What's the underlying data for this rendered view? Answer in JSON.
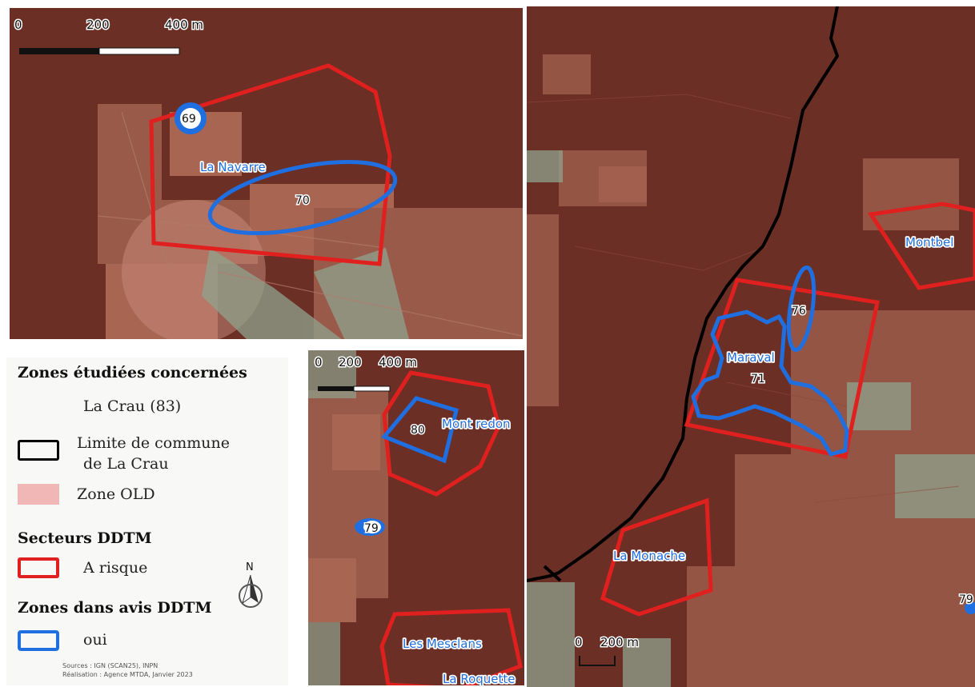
{
  "colors": {
    "forest": "#6b2f26",
    "field": "#9a5a49",
    "old_zone": "#c98c7c",
    "grassland": "#8fa38e",
    "risk_outline": "#e0201f",
    "avis_outline": "#1f6fe0",
    "commune_limit": "#000000"
  },
  "inset_navarre": {
    "scale": {
      "ticks": [
        "0",
        "200",
        "400 m"
      ]
    },
    "labels": {
      "place": "La Navarre",
      "zone70": "70",
      "zone69": "69"
    }
  },
  "inset_montredon": {
    "scale": {
      "ticks": [
        "0",
        "200",
        "400 m"
      ]
    },
    "labels": {
      "mont_redon": "Mont redon",
      "zone80": "80",
      "zone79": "79",
      "les_mesclans": "Les Mesclans",
      "la_roquette": "La Roquette"
    }
  },
  "main_map": {
    "scale": {
      "ticks": [
        "0",
        "200 m"
      ]
    },
    "labels": {
      "montbel": "Montbel",
      "maraval": "Maraval",
      "zone71": "71",
      "zone76": "76",
      "la_monache": "La Monache",
      "zone79": "79"
    }
  },
  "legend": {
    "title": "Zones étudiées concernées",
    "commune": "La Crau (83)",
    "limit_label_1": "Limite de commune",
    "limit_label_2": "de La Crau",
    "old_label": "Zone OLD",
    "ddtm_heading": "Secteurs DDTM",
    "risk_label": "A risque",
    "avis_heading": "Zones dans avis DDTM",
    "avis_label": "oui",
    "north_label": "N",
    "sources": "Sources : IGN (SCAN25), INPN",
    "realisation": "Réalisation : Agence MTDA, Janvier 2023"
  }
}
